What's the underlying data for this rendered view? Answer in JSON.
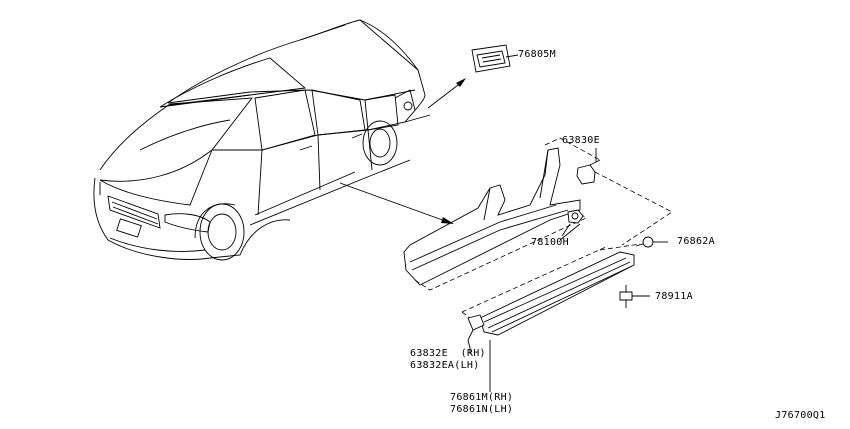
{
  "labels": {
    "p76805M": "76805M",
    "p63830E": "63830E",
    "p78100H": "78100H",
    "p76862A": "76862A",
    "p78911A": "78911A",
    "p63832E": "63832E  (RH)",
    "p63832EA": "63832EA(LH)",
    "p76861M": "76861M(RH)",
    "p76861N": "76861N(LH)",
    "diagram_code": "J76700Q1"
  }
}
